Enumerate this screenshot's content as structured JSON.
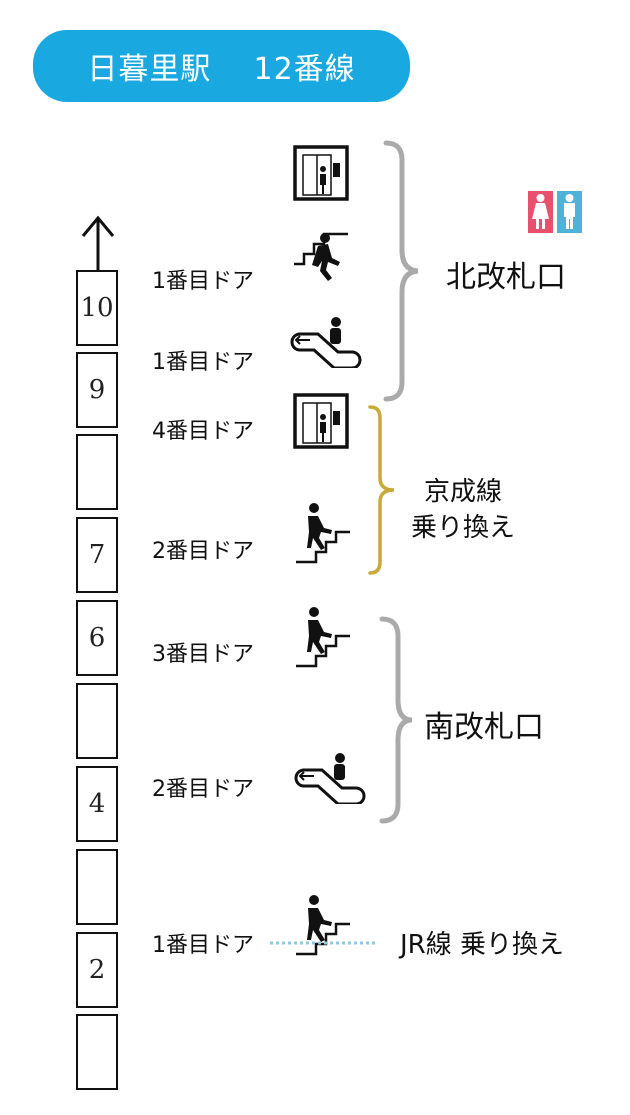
{
  "title": {
    "station": "日暮里駅",
    "line": "12番線"
  },
  "cars": [
    "10",
    "9",
    "",
    "7",
    "6",
    "",
    "4",
    "",
    "2",
    ""
  ],
  "facilities": [
    {
      "type": "elevator",
      "door": ""
    },
    {
      "type": "stairs-up",
      "door": "1番目ドア"
    },
    {
      "type": "escalator",
      "door": "1番目ドア"
    },
    {
      "type": "elevator",
      "door": "4番目ドア"
    },
    {
      "type": "stairs-up",
      "door": "2番目ドア"
    },
    {
      "type": "stairs-up",
      "door": "3番目ドア"
    },
    {
      "type": "escalator",
      "door": "2番目ドア"
    },
    {
      "type": "stairs-up",
      "door": "1番目ドア"
    }
  ],
  "exits": {
    "north": "北改札口",
    "keisei_line1": "京成線",
    "keisei_line2": "乗り換え",
    "south": "南改札口",
    "jr": "JR線 乗り換え"
  },
  "colors": {
    "banner": "#1aa8e0",
    "gray_brace": "#aaaaaa",
    "gold_brace": "#c9a93a",
    "restroom_female": "#e8506e",
    "restroom_male": "#4fb3d9",
    "transfer_line": "#8ec9e0"
  },
  "icons": {
    "restroom": "restroom-icon",
    "direction": "up-arrow-icon"
  }
}
